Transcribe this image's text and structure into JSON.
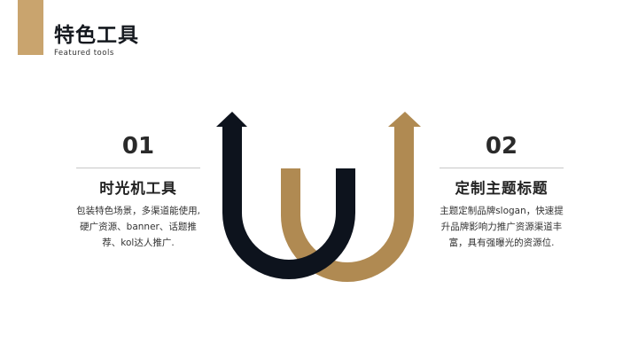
{
  "header": {
    "title": "特色工具",
    "subtitle": "Featured tools",
    "accent_color": "#C9A46E"
  },
  "items": [
    {
      "number": "01",
      "title": "时光机工具",
      "description": "包装特色场景，多渠道能使用,硬广资源、banner、话题推荐、kol达人推广."
    },
    {
      "number": "02",
      "title": "定制主题标题",
      "description": "主题定制品牌slogan，快速提升品牌影响力推广资源渠道丰富，具有强曝光的资源位."
    }
  ],
  "graphic": {
    "dark_color": "#0D131D",
    "gold_color": "#B08A52",
    "icons": [
      "dark-up-arrow-icon",
      "gold-up-arrow-icon"
    ]
  }
}
